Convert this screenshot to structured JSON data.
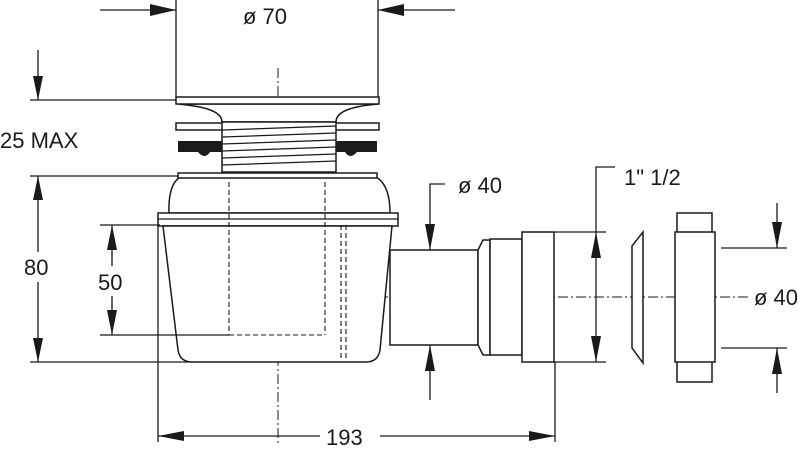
{
  "drawing": {
    "title": "Shower tray waste trap dimension drawing",
    "dimensions": {
      "grate_diameter": "ø 70",
      "adjustable_max": "25 MAX",
      "body_height": "80",
      "water_seal": "50",
      "overall_length": "193",
      "outlet_diameter": "ø 40",
      "thread_size": "1\" 1/2",
      "connector_diameter": "ø 40"
    },
    "colors": {
      "line": "#1a1a1a",
      "background": "#ffffff"
    }
  }
}
